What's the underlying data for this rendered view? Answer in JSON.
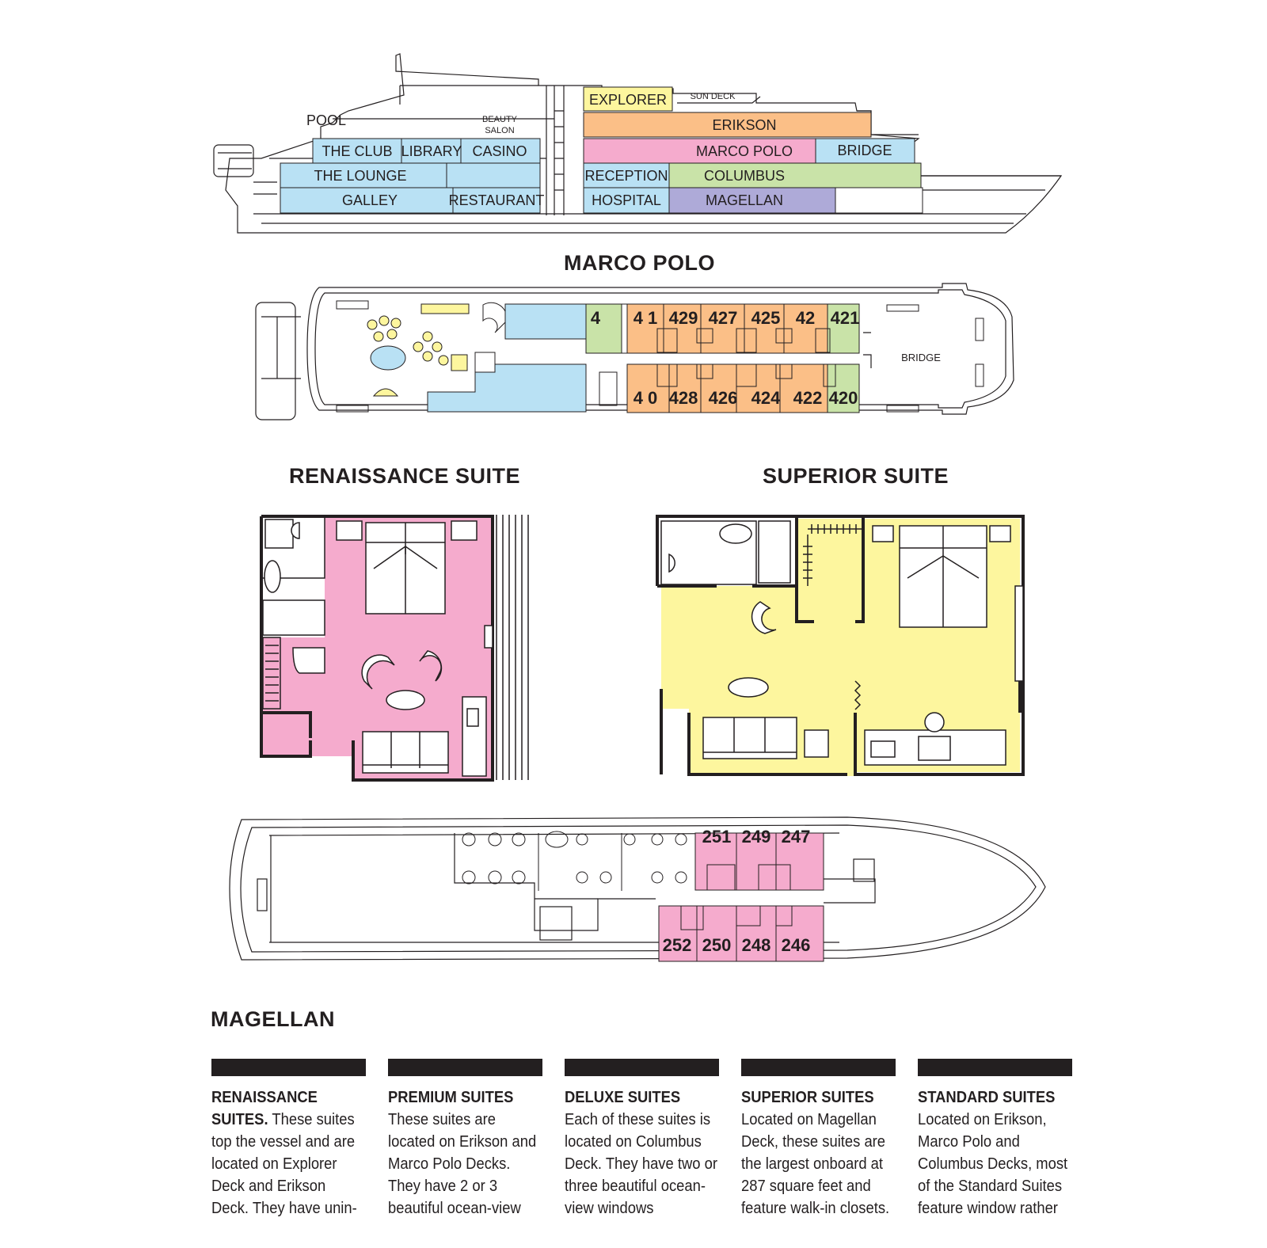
{
  "profile": {
    "labels": {
      "pool": "POOL",
      "beauty_salon_1": "BEAUTY",
      "beauty_salon_2": "SALON",
      "the_club": "THE CLUB",
      "library": "LIBRARY",
      "casino": "CASINO",
      "the_lounge": "THE LOUNGE",
      "galley": "GALLEY",
      "restaurant": "RESTAURANT",
      "explorer": "EXPLORER",
      "sun_deck": "SUN DECK",
      "erikson": "ERIKSON",
      "marco_polo": "MARCO POLO",
      "bridge": "BRIDGE",
      "reception": "RECEPTION",
      "columbus": "COLUMBUS",
      "hospital": "HOSPITAL",
      "magellan": "MAGELLAN"
    }
  },
  "marco_polo": {
    "title": "MARCO POLO",
    "bridge_label": "BRIDGE",
    "top_cabins": [
      "4",
      "4 1",
      "429",
      "427",
      "425",
      "42",
      "421"
    ],
    "bottom_cabins": [
      "4 0",
      "428",
      "426",
      "424",
      "422",
      "420"
    ]
  },
  "renaissance_suite": {
    "title": "RENAISSANCE SUITE"
  },
  "superior_suite": {
    "title": "SUPERIOR SUITE"
  },
  "magellan": {
    "title": "MAGELLAN",
    "top_cabins": [
      "251",
      "249",
      "247"
    ],
    "bottom_cabins": [
      "252",
      "250",
      "248",
      "246"
    ]
  },
  "legend": [
    {
      "heading": "RENAISSANCE SUITES.",
      "text": "These suites top the vessel and are located on Explorer Deck and Erikson Deck. They have unin-"
    },
    {
      "heading": "PREMIUM SUITES",
      "text": "These suites are located on Erikson and Marco Polo Decks. They have 2 or 3 beautiful ocean-view"
    },
    {
      "heading": "DELUXE SUITES",
      "text": "Each of these suites is located on Columbus Deck. They have two or three beautiful ocean-view windows"
    },
    {
      "heading": "SUPERIOR SUITES",
      "text": "Located on Magellan Deck, these suites are the largest onboard at 287 square feet and feature walk-in closets."
    },
    {
      "heading": "STANDARD SUITES",
      "text": "Located on Erikson, Marco Polo and Columbus Decks, most of the Standard Suites feature window rather"
    }
  ],
  "colors": {
    "blue": "#b9e1f4",
    "yellow": "#fdf69e",
    "orange": "#fbbf87",
    "pink": "#f5abcd",
    "green": "#c9e3a8",
    "purple": "#aeaad8",
    "dark": "#231f20"
  }
}
